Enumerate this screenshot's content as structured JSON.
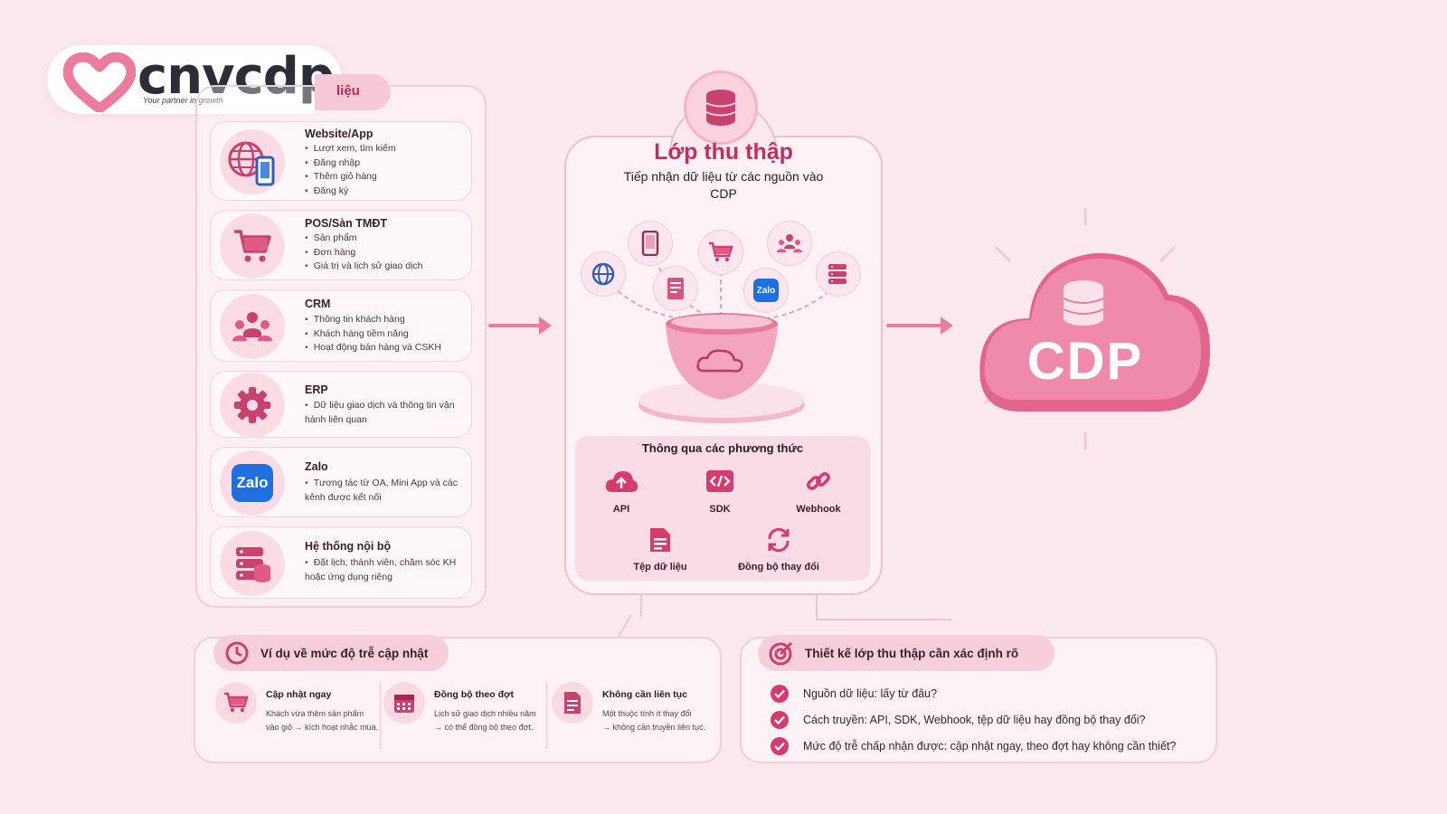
{
  "logo": {
    "wordmark": "cnvcdp",
    "tagline": "Your partner in growth"
  },
  "sources": {
    "tab_label": "liệu",
    "items": [
      {
        "title": "Website/App",
        "icon": "globe-phone-icon",
        "bullets": [
          "Lượt xem, tìm kiếm",
          "Đăng nhập",
          "Thêm giỏ hàng",
          "Đăng ký"
        ]
      },
      {
        "title": "POS/Sàn TMĐT",
        "icon": "cart-icon",
        "bullets": [
          "Sản phẩm",
          "Đơn hàng",
          "Giá trị và lịch sử giao dịch"
        ]
      },
      {
        "title": "CRM",
        "icon": "people-icon",
        "bullets": [
          "Thông tin khách hàng",
          "Khách hàng tiềm năng",
          "Hoạt động bán hàng và CSKH"
        ]
      },
      {
        "title": "ERP",
        "icon": "gear-icon",
        "bullets": [
          "Dữ liệu giao dịch và thông tin vận hành liên quan"
        ]
      },
      {
        "title": "Zalo",
        "icon": "zalo-icon",
        "bullets": [
          "Tương tác từ OA, Mini App và các kênh được kết nối"
        ]
      },
      {
        "title": "Hệ thống nội bộ",
        "icon": "server-icon",
        "bullets": [
          "Đặt lịch, thành viên, chăm sóc KH hoặc ứng dụng riêng"
        ]
      }
    ]
  },
  "collection": {
    "title": "Lớp thu thập",
    "subtitle": "Tiếp nhận dữ liệu từ các nguồn vào CDP",
    "zalo_badge": "Zalo",
    "methods_title": "Thông qua các phương thức",
    "methods": [
      {
        "label": "API",
        "icon": "cloud-upload-icon"
      },
      {
        "label": "SDK",
        "icon": "code-icon"
      },
      {
        "label": "Webhook",
        "icon": "link-icon"
      },
      {
        "label": "Tệp dữ liệu",
        "icon": "file-icon"
      },
      {
        "label": "Đồng bộ thay đổi",
        "icon": "sync-icon"
      }
    ]
  },
  "cdp": {
    "label": "CDP"
  },
  "latency": {
    "title": "Ví dụ về mức độ trễ cập nhật",
    "examples": [
      {
        "title": "Cập nhật ngay",
        "icon": "cart-icon",
        "desc": [
          "Khách vừa thêm sản phẩm",
          "vào giỏ → kích hoạt nhắc mua."
        ]
      },
      {
        "title": "Đồng bộ theo đợt",
        "icon": "calendar-icon",
        "desc": [
          "Lịch sử giao dịch nhiều năm",
          "→ có thể đồng bộ theo đợt."
        ]
      },
      {
        "title": "Không cần liên tục",
        "icon": "document-icon",
        "desc": [
          "Một thuộc tính ít thay đổi",
          "→ không cần truyền liên tục."
        ]
      }
    ]
  },
  "design": {
    "title": "Thiết kế lớp thu thập cần xác định rõ",
    "checks": [
      "Nguồn dữ liệu: lấy từ đâu?",
      "Cách truyền: API, SDK, Webhook, tệp dữ liệu hay đồng bộ thay đổi?",
      "Mức độ trễ chấp nhận được: cập nhật ngay, theo đợt hay không cần thiết?"
    ]
  },
  "colors": {
    "accent": "#d63b6e",
    "brand_pink": "#ec7c9c",
    "background": "#fbe9ee"
  }
}
